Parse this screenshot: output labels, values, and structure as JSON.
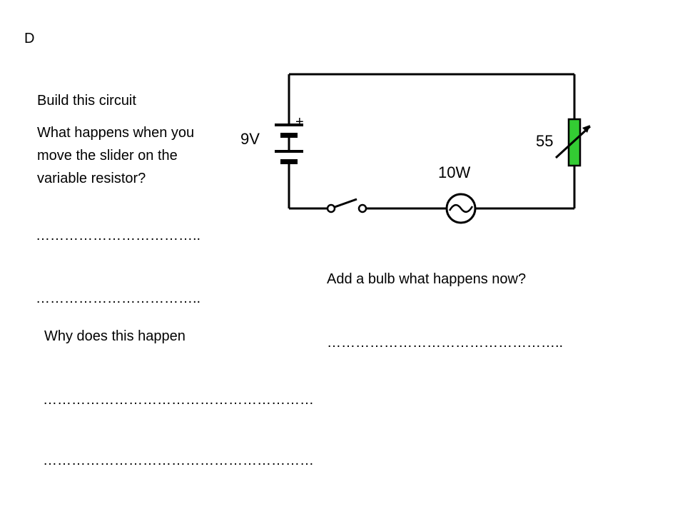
{
  "slide": {
    "letter": "D",
    "heading": "Build this circuit",
    "question_lines": [
      "What happens when you",
      "move the slider on the",
      "variable resistor?"
    ],
    "answer_line_1": "……………………………..",
    "answer_line_2": "……………………………..",
    "bulb_question": "Add a bulb what happens now?",
    "bulb_answer": "…………………………………………..",
    "why_question": "Why does this happen",
    "why_answer_1": "…………………………………………………",
    "why_answer_2": "…………………………………………………"
  },
  "circuit": {
    "battery_label": "9V",
    "battery_plus": "+",
    "bulb_label": "10W",
    "resistor_label": "55",
    "resistor_color": "#33cc33",
    "wire_color": "#000000"
  }
}
